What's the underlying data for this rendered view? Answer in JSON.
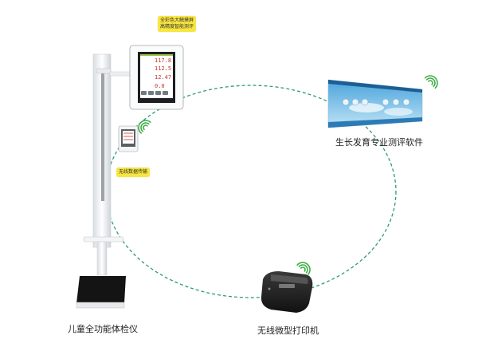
{
  "labels": {
    "device": "儿童全功能体检仪",
    "software": "生长发育专业测评软件",
    "printer": "无线微型打印机"
  },
  "bubbles": {
    "touchscreen": [
      "全彩色大触摸屏",
      "高精度智能测评"
    ],
    "wireless": "无线数据传输"
  },
  "screen": {
    "readings": [
      "117.8",
      "112.5",
      "12.47",
      "0.0"
    ]
  },
  "colors": {
    "dashed_link": "#2f9a7a",
    "wifi": "#3fae49",
    "bubble": "#f8e640",
    "software_sky": "#7fc6ea"
  }
}
